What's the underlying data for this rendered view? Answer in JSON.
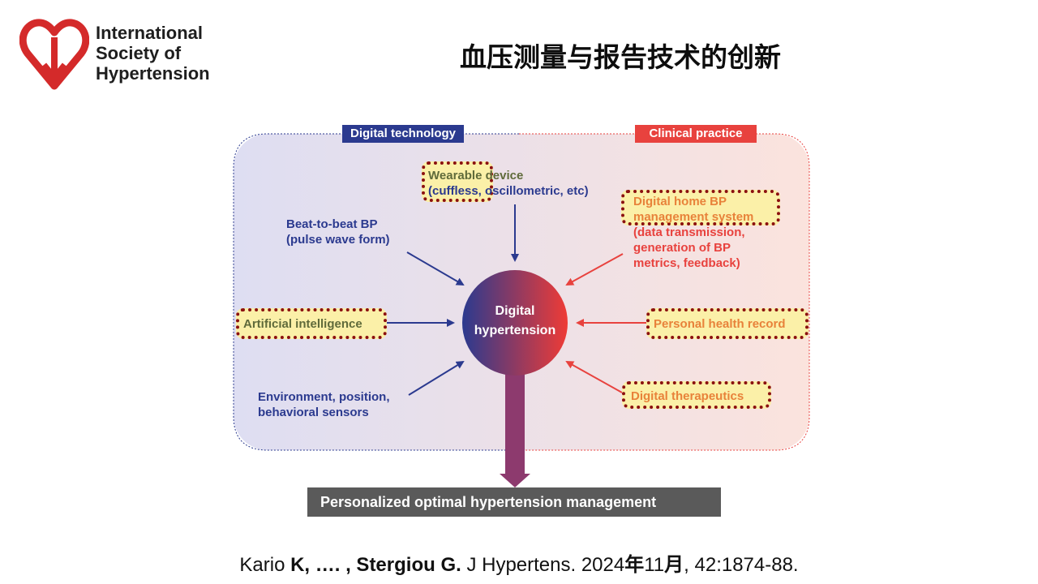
{
  "logo": {
    "line1": "International",
    "line2": "Society of",
    "line3": "Hypertension",
    "colors": {
      "heart": "#d42a2a",
      "text": "#1e1e1e"
    }
  },
  "title": "血压测量与报告技术的创新",
  "diagram": {
    "colors": {
      "tech": "#2b3a8f",
      "clinical": "#e8423e",
      "highlight_fill": "#fbf0a8",
      "highlight_border": "#8b1010",
      "result_box": "#5a5a5a"
    },
    "tag_tech": "Digital technology",
    "tag_clinical": "Clinical practice",
    "wearable_line1": "Wearable device",
    "wearable_line2": "(cuffless, oscillometric, etc)",
    "beat_line1": "Beat-to-beat BP",
    "beat_line2": "(pulse wave form)",
    "ai": "Artificial intelligence",
    "env_line1": "Environment, position,",
    "env_line2": "behavioral sensors",
    "home_line1": "Digital home BP",
    "home_line2": "management system",
    "home_line3": "(data transmission,",
    "home_line4": "generation of BP",
    "home_line5": "metrics, feedback)",
    "phr": "Personal health record",
    "dtx": "Digital therapeutics",
    "center_line1": "Digital",
    "center_line2": "hypertension",
    "result": "Personalized optimal hypertension management"
  },
  "citation": {
    "p1": "Kario ",
    "p2": "K, …. , Stergiou G.",
    "p3": " J Hypertens. 2024",
    "p4": "年",
    "p5": "11",
    "p6": "月",
    "p7": ", 42:1874-88."
  }
}
